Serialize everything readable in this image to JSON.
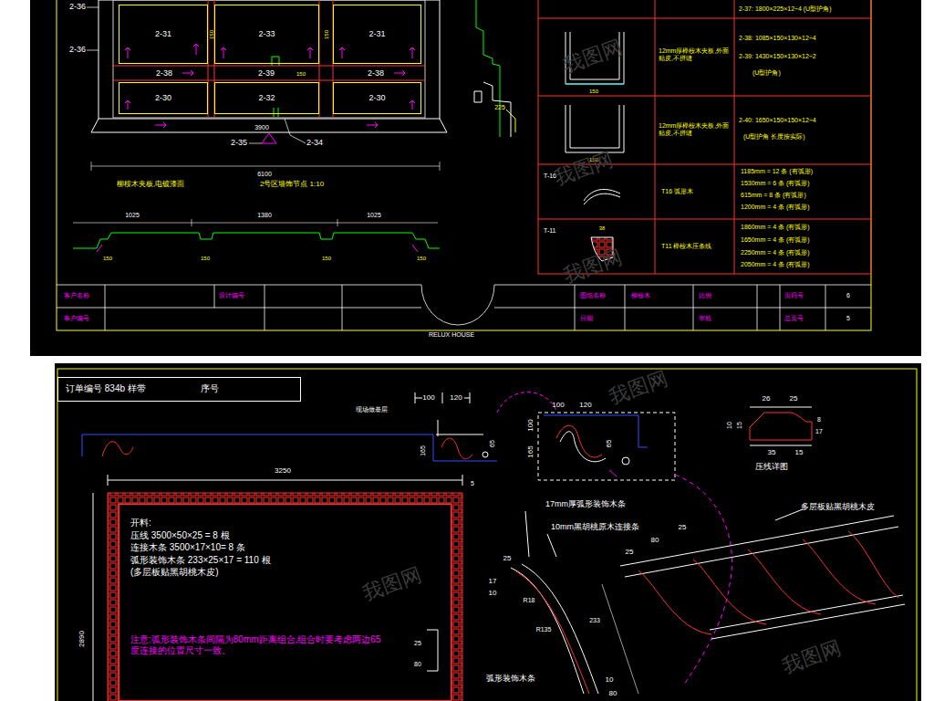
{
  "diagram": {
    "nodes": [
      {
        "text": [
          "2-31"
        ]
      },
      {
        "text": [
          "2-33"
        ]
      },
      {
        "text": [
          "2-31"
        ]
      },
      {
        "text": [
          "2-30"
        ]
      },
      {
        "text": [
          "2-32"
        ]
      },
      {
        "text": [
          "2-30"
        ]
      },
      {
        "text": [
          "订单编号 834b 样带",
          "序号"
        ]
      },
      {
        "text": [
          "开料:",
          "压线 3500×50×25 = 8 根",
          "连接木条 3500×17×10= 8 条",
          "弧形装饰木条 233×25×17 = 110 根",
          "(多层板贴黑胡桃木皮)",
          "注意:弧形装饰木条间隔为80mm距离组合,组合时要考虑两边65度连接的位置尺寸一致。"
        ]
      }
    ],
    "labels": [
      "2-36",
      "2-36",
      "2-38",
      "2-39",
      "2-38",
      "2-35",
      "2-34",
      "3900",
      "6100",
      "柳桉木夹板,电镀漆面",
      "2号区墙饰节点 1:10",
      "150",
      "150",
      "150",
      "225",
      "1025",
      "1380",
      "1025",
      "150",
      "150",
      "150",
      "150",
      "2-37: 1800×225×12÷4 (U型护角)",
      "12mm厚榉桉木夹板,外面贴皮,不拼缝",
      "2-38: 1085×150×130×12÷4",
      "2-39: 1430×150×130×12÷2",
      "(U型护角)",
      "12mm厚榉桉木夹板,外面贴皮,不拼缝",
      "2-40: 1650×150×150×12÷4",
      "(U型护角 长度按实际)",
      "150",
      "150",
      "T-16",
      "T16 弧形木",
      "1185mm = 12 条 (有弧形)",
      "1530mm = 6 条 (有弧形)",
      "615mm = 8 条 (有弧形)",
      "1200mm = 4 条 (有弧形)",
      "T-11",
      "38",
      "T11 榉桉木压条线",
      "1860mm = 4 条 (有弧形)",
      "1650mm = 4 条 (有弧形)",
      "2250mm = 4 条 (有弧形)",
      "2050mm = 4 条 (有弧形)",
      "客户名称",
      "客户编号",
      "设计编号",
      "图纸名称",
      "柳桉木",
      "比例",
      "日期",
      "审核",
      "页码号",
      "6",
      "总页号",
      "5",
      "RELUX HOUSE",
      "现场做基层",
      "100",
      "120",
      "165",
      "65",
      "5",
      "3250",
      "2890",
      "25",
      "80",
      "100",
      "120",
      "100",
      "165",
      "65",
      "26",
      "25",
      "10",
      "15",
      "8",
      "17",
      "35",
      "15",
      "压线详图",
      "多层板贴黑胡桃木皮",
      "17mm厚弧形装饰木条",
      "10mm黑胡桃原木连接条",
      "25",
      "80",
      "25",
      "25",
      "17",
      "10",
      "R18",
      "R135",
      "233",
      "弧形装饰木条",
      "10",
      "80",
      "我图网",
      "我图网",
      "我图网",
      "我图网",
      "我图网",
      "我图网"
    ]
  }
}
